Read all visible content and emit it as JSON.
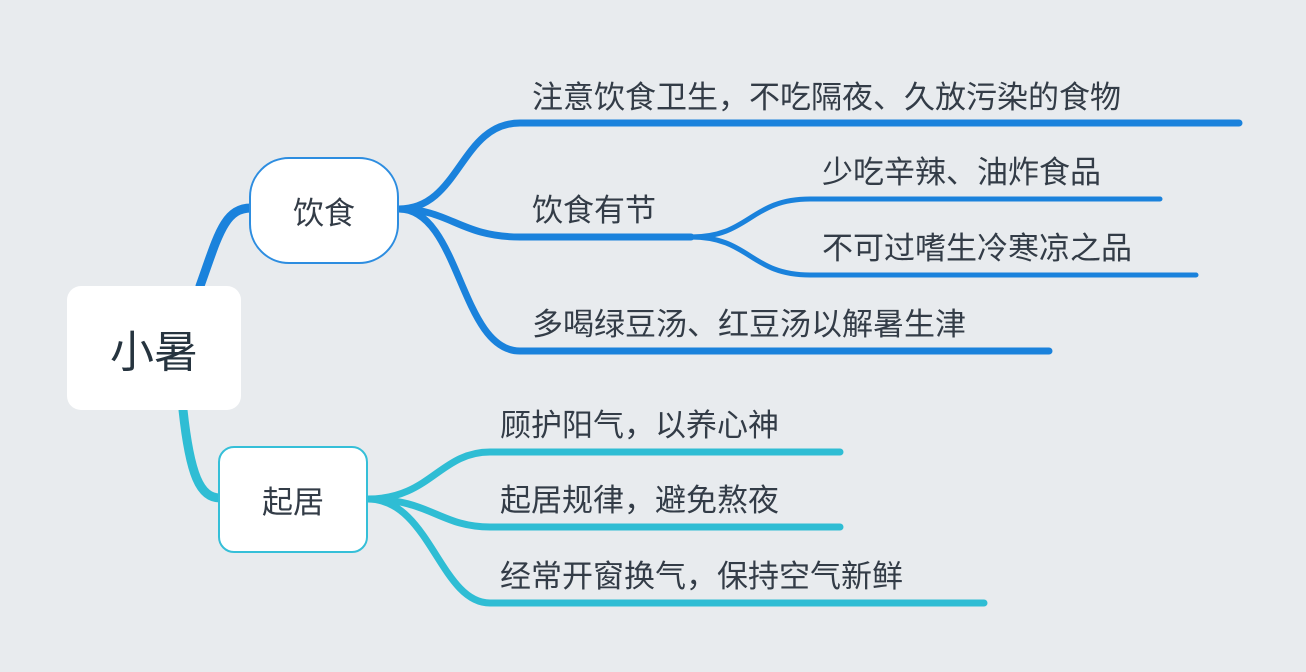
{
  "root": {
    "label": "小暑"
  },
  "branches": [
    {
      "label": "饮食",
      "color": "#1a82dc",
      "children": [
        {
          "label": "注意饮食卫生，不吃隔夜、久放污染的食物"
        },
        {
          "label": "饮食有节",
          "children": [
            {
              "label": "少吃辛辣、油炸食品"
            },
            {
              "label": "不可过嗜生冷寒凉之品"
            }
          ]
        },
        {
          "label": "多喝绿豆汤、红豆汤以解暑生津"
        }
      ]
    },
    {
      "label": "起居",
      "color": "#2fbdd4",
      "children": [
        {
          "label": "顾护阳气，以养心神"
        },
        {
          "label": "起居规律，避免熬夜"
        },
        {
          "label": "经常开窗换气，保持空气新鲜"
        }
      ]
    }
  ]
}
